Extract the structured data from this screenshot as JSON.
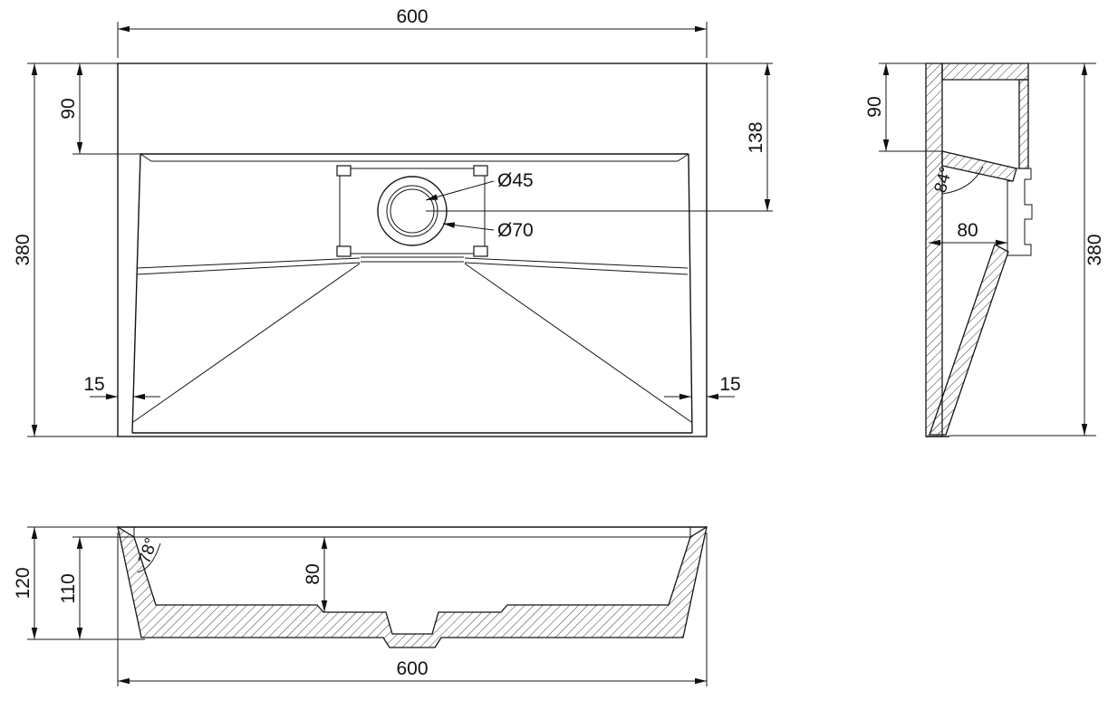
{
  "drawing": {
    "kind": "technical-drawing",
    "subject": "rectangular washbasin, three orthographic section views",
    "views": {
      "plan": {
        "dim_width_top": "600",
        "dim_height_left": "380",
        "dim_rim_inset_top": "90",
        "dim_drain_offset_right": "138",
        "label_drain_inner_dia": "Ø45",
        "label_drain_outer_dia": "Ø70",
        "dim_gap_left": "15",
        "dim_gap_right": "15"
      },
      "side": {
        "dim_rim_depth": "90",
        "label_wall_angle": "84°",
        "dim_basin_depth": "80",
        "dim_height_right": "380"
      },
      "front": {
        "dim_overall_height": "120",
        "dim_inner_height": "110",
        "label_wall_angle": "78°",
        "dim_basin_depth": "80",
        "dim_width_bottom": "600"
      }
    }
  }
}
